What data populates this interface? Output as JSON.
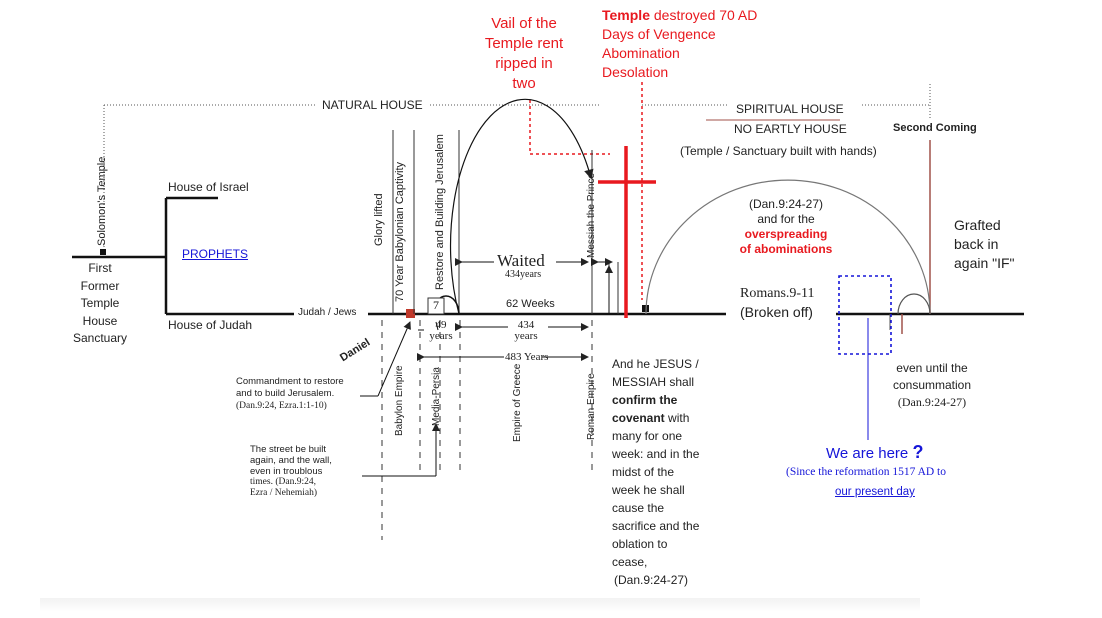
{
  "top_notes": {
    "vail_lines": [
      "Vail of the",
      "Temple rent",
      "ripped in",
      "two"
    ],
    "temple_bold": "Temple",
    "temple_rest": " destroyed 70 AD",
    "temple_lines": [
      "Days of Vengence",
      "Abomination",
      "Desolation"
    ]
  },
  "houses": {
    "natural": "NATURAL HOUSE",
    "spiritual": "SPIRITUAL HOUSE",
    "no_earthly": "NO EARTLY HOUSE",
    "temple_hands": "(Temple / Sanctuary built with hands)",
    "second_coming": "Second Coming"
  },
  "left_block": {
    "solomons_temple": "Solomon's Temple",
    "first_lines": [
      "First",
      "Former",
      "Temple",
      "House",
      "Sanctuary"
    ],
    "house_israel": "House of Israel",
    "prophets": "PROPHETS",
    "house_judah": "House of Judah",
    "judah_jews": "Judah / Jews"
  },
  "vertical_labels": {
    "glory_lifted": "Glory lifted",
    "captivity": "70 Year Babylonian Captivity",
    "restore": "Restore and Building Jerusalem",
    "messiah_prince": "Messiah the Prince",
    "babylon_empire": "Babylon Empire",
    "media_persia": "Media-Persia",
    "greece": "Empire of Greece",
    "rome": "Roman Empire"
  },
  "timeline": {
    "seven": "7",
    "forty_nine": [
      "49",
      "years"
    ],
    "waited": "Waited",
    "waited_years": "434years",
    "sixty_two_weeks": "62 Weeks",
    "four_thirty_four": [
      "434",
      "years"
    ],
    "four_eighty_three": "483 Years",
    "daniel": "Daniel",
    "romans": "Romans.9-11",
    "broken_off": "(Broken off)"
  },
  "arc_note": {
    "ref": "(Dan.9:24-27)",
    "and_for": "and for the",
    "over_lines": [
      "overspreading",
      "of abominations"
    ]
  },
  "grafted_lines": [
    "Grafted",
    "back in",
    "again \"IF\""
  ],
  "consummation": {
    "lines": [
      "even until the",
      "consummation"
    ],
    "ref": "(Dan.9:24-27)"
  },
  "commandment": {
    "lines": [
      "Commandment to restore",
      "and to build Jerusalem."
    ],
    "ref": "(Dan.9:24, Ezra.1:1-10)"
  },
  "street": {
    "lines": [
      "The street be built",
      "again, and the wall,",
      "even in troublous",
      "times. (Dan.9:24,",
      "Ezra / Nehemiah)"
    ]
  },
  "jesus_note": {
    "line1": "And he JESUS /",
    "line2": "MESSIAH shall",
    "line3_bold": "confirm the",
    "line4_bold": "covenant",
    "line4_rest": " with",
    "rest_lines": [
      "many for one",
      "week: and in the",
      "midst of the",
      "week he shall",
      "cause the",
      "sacrifice and the",
      "oblation to",
      "cease,",
      "(Dan.9:24-27)"
    ]
  },
  "we_are_here": {
    "label": "We are here ",
    "mark": "?",
    "since": "(Since the reformation 1517 AD to",
    "present": "our present day"
  },
  "colors": {
    "red": "#e8191f",
    "blue": "#1515d8",
    "brown": "#a0524a",
    "ink": "#222222"
  },
  "icons": {
    "cross": "cross-icon",
    "marker": "square-marker-icon"
  }
}
